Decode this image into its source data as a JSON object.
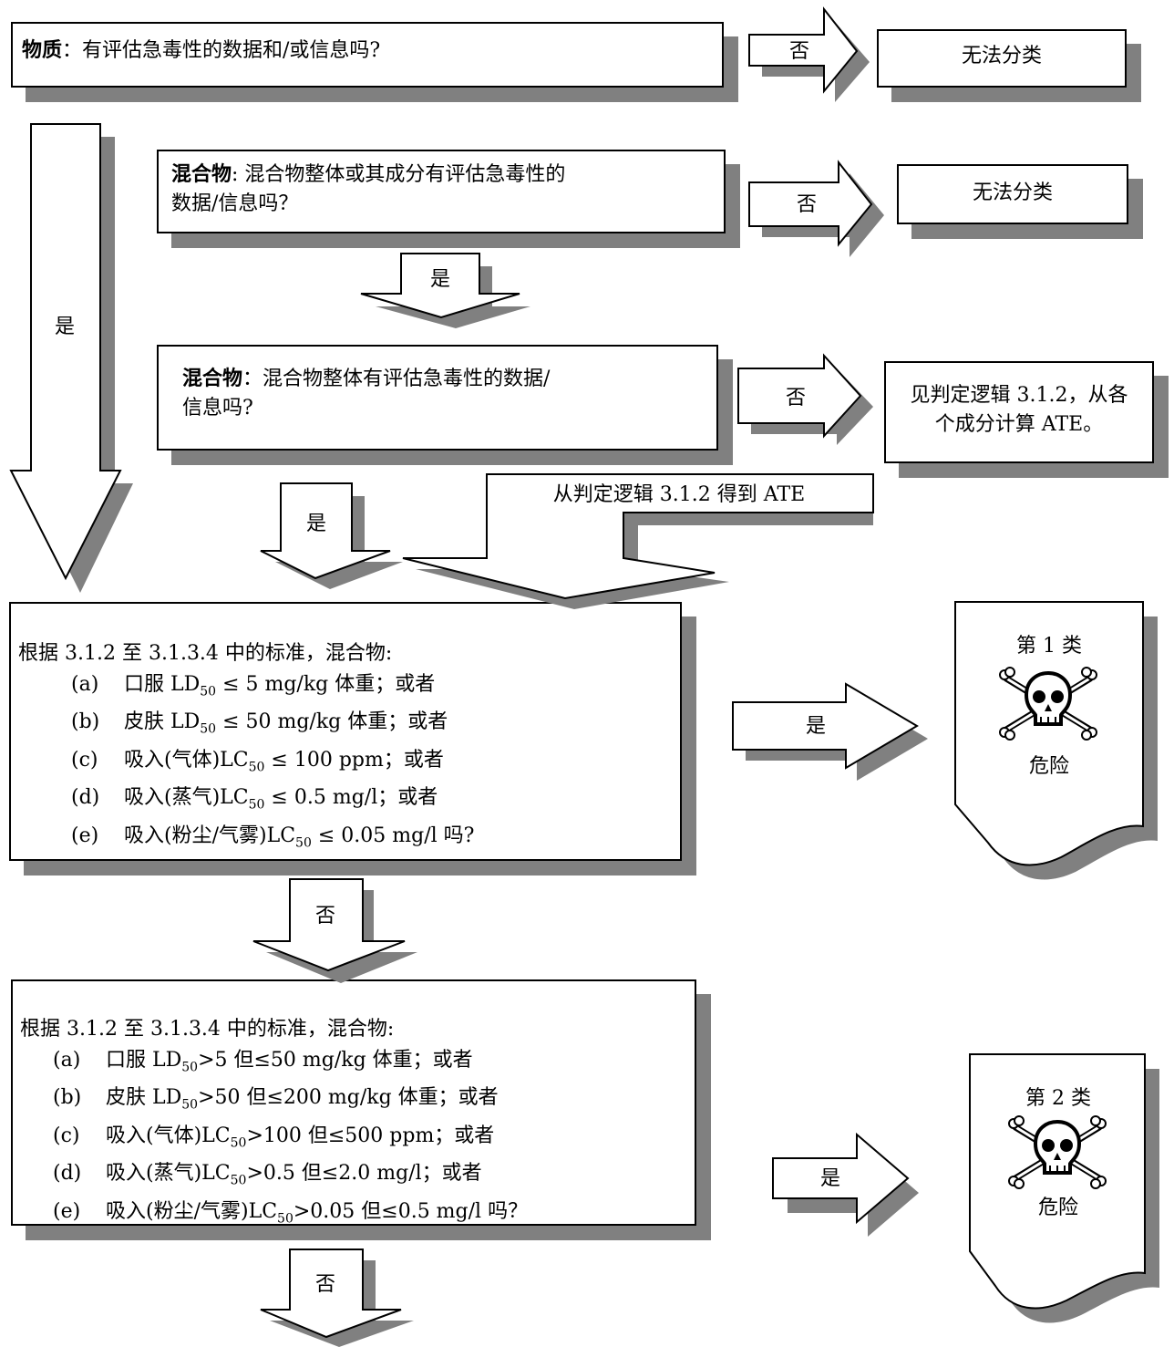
{
  "substance": {
    "label": "物质",
    "question": "：有评估急毒性的数据和/或信息吗?"
  },
  "mixture1": {
    "label": "混合物",
    "question_line1": ": 混合物整体或其成分有评估急毒性的",
    "question_line2": "数据/信息吗？"
  },
  "mixture2": {
    "label": "混合物",
    "question_line1": "：混合物整体有评估急毒性的数据/",
    "question_line2": "信息吗?"
  },
  "outcomes": {
    "cannot_classify_1": "无法分类",
    "cannot_classify_2": "无法分类",
    "see_logic_line1": "见判定逻辑 3.1.2，从各",
    "see_logic_line2": "个成分计算 ATE。"
  },
  "arrow_labels": {
    "no": "否",
    "yes": "是",
    "ate_from_logic": "从判定逻辑 3.1.2 得到 ATE"
  },
  "criteria1": {
    "intro": "根据 3.1.2 至 3.1.3.4 中的标准，混合物:",
    "items": [
      {
        "key": "(a)",
        "pre": "口服 LD",
        "sub": "50",
        "post": " ≤ 5 mg/kg 体重；或者"
      },
      {
        "key": "(b)",
        "pre": "皮肤 LD",
        "sub": "50",
        "post": " ≤ 50 mg/kg 体重；或者"
      },
      {
        "key": "(c)",
        "pre": "吸入(气体)LC",
        "sub": "50",
        "post": " ≤ 100 ppm；或者"
      },
      {
        "key": "(d)",
        "pre": "吸入(蒸气)LC",
        "sub": "50",
        "post": " ≤ 0.5 mg/l；或者"
      },
      {
        "key": "(e)",
        "pre": "吸入(粉尘/气雾)LC",
        "sub": "50",
        "post": " ≤ 0.05 mg/l 吗?"
      }
    ]
  },
  "criteria2": {
    "intro": "根据 3.1.2 至 3.1.3.4 中的标准，混合物:",
    "items": [
      {
        "key": "(a)",
        "pre": "口服 LD",
        "sub": "50",
        "post": ">5 但≤50 mg/kg 体重；或者"
      },
      {
        "key": "(b)",
        "pre": "皮肤 LD",
        "sub": "50",
        "post": ">50 但≤200 mg/kg 体重；或者"
      },
      {
        "key": "(c)",
        "pre": "吸入(气体)LC",
        "sub": "50",
        "post": ">100 但≤500 ppm；或者"
      },
      {
        "key": "(d)",
        "pre": "吸入(蒸气)LC",
        "sub": "50",
        "post": ">0.5 但≤2.0 mg/l；或者"
      },
      {
        "key": "(e)",
        "pre": "吸入(粉尘/气雾)LC",
        "sub": "50",
        "post": ">0.05 但≤0.5 mg/l 吗？"
      }
    ]
  },
  "category1": {
    "title": "第 1 类",
    "signal": "危险",
    "icon": "skull-crossbones-icon"
  },
  "category2": {
    "title": "第 2 类",
    "signal": "危险",
    "icon": "skull-crossbones-icon"
  }
}
